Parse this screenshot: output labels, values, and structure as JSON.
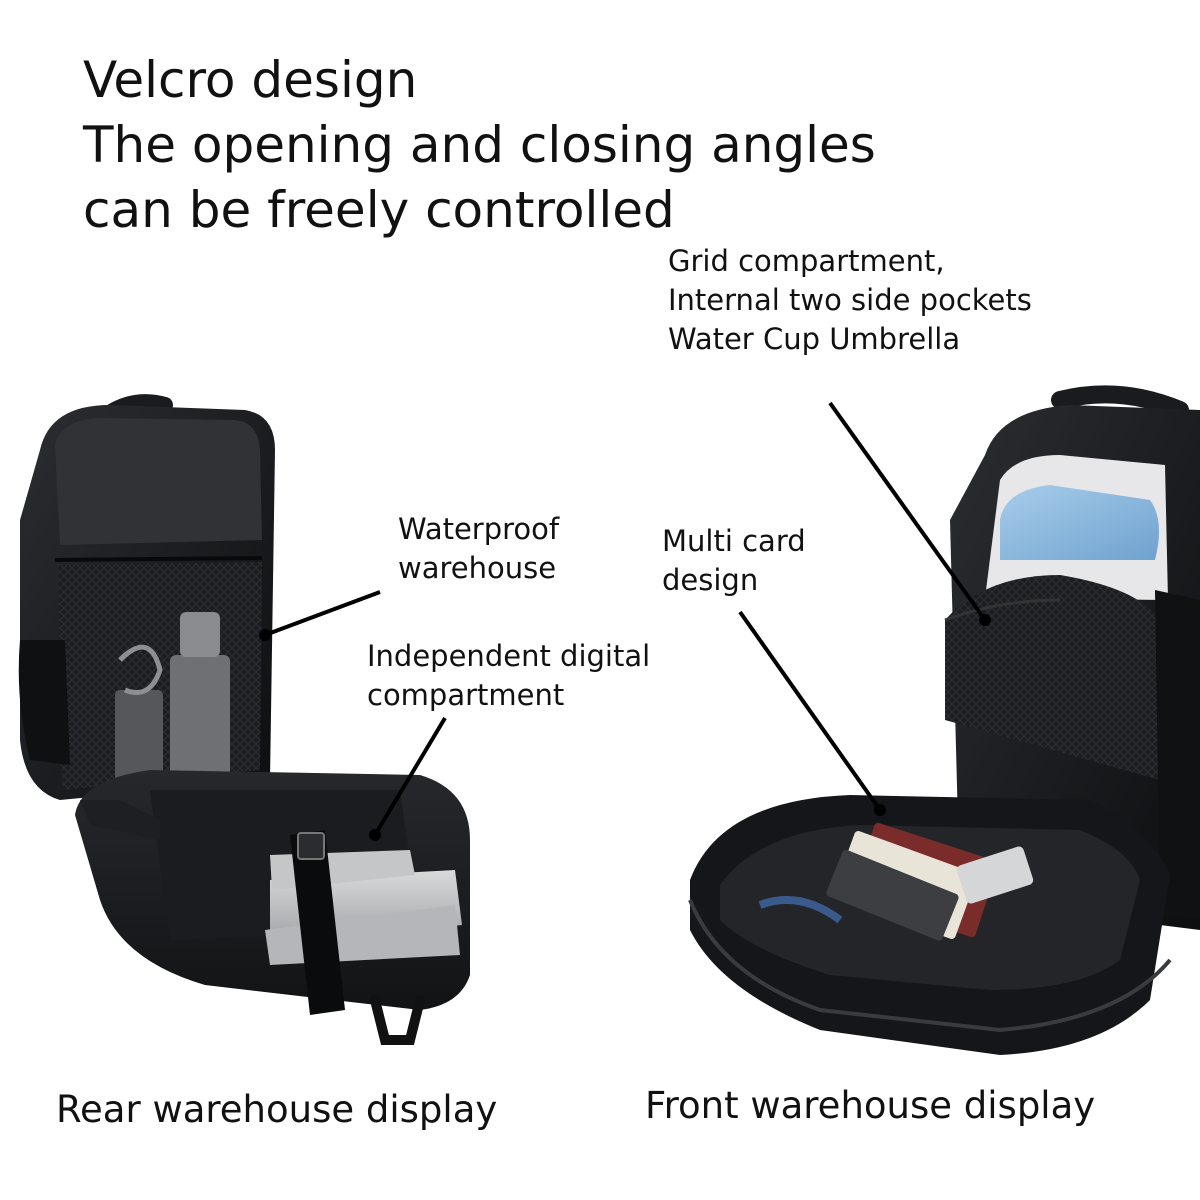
{
  "heading": {
    "lines": [
      "Velcro design",
      "The opening and closing angles",
      "can be freely controlled"
    ]
  },
  "callouts": {
    "waterproof": [
      "Waterproof",
      "warehouse"
    ],
    "digital": [
      "Independent digital",
      "compartment"
    ],
    "multi_card": [
      "Multi card",
      "design"
    ],
    "grid": [
      "Grid compartment,",
      "Internal two side pockets",
      "Water Cup Umbrella"
    ]
  },
  "captions": {
    "rear": "Rear warehouse display",
    "front": "Front warehouse display"
  }
}
